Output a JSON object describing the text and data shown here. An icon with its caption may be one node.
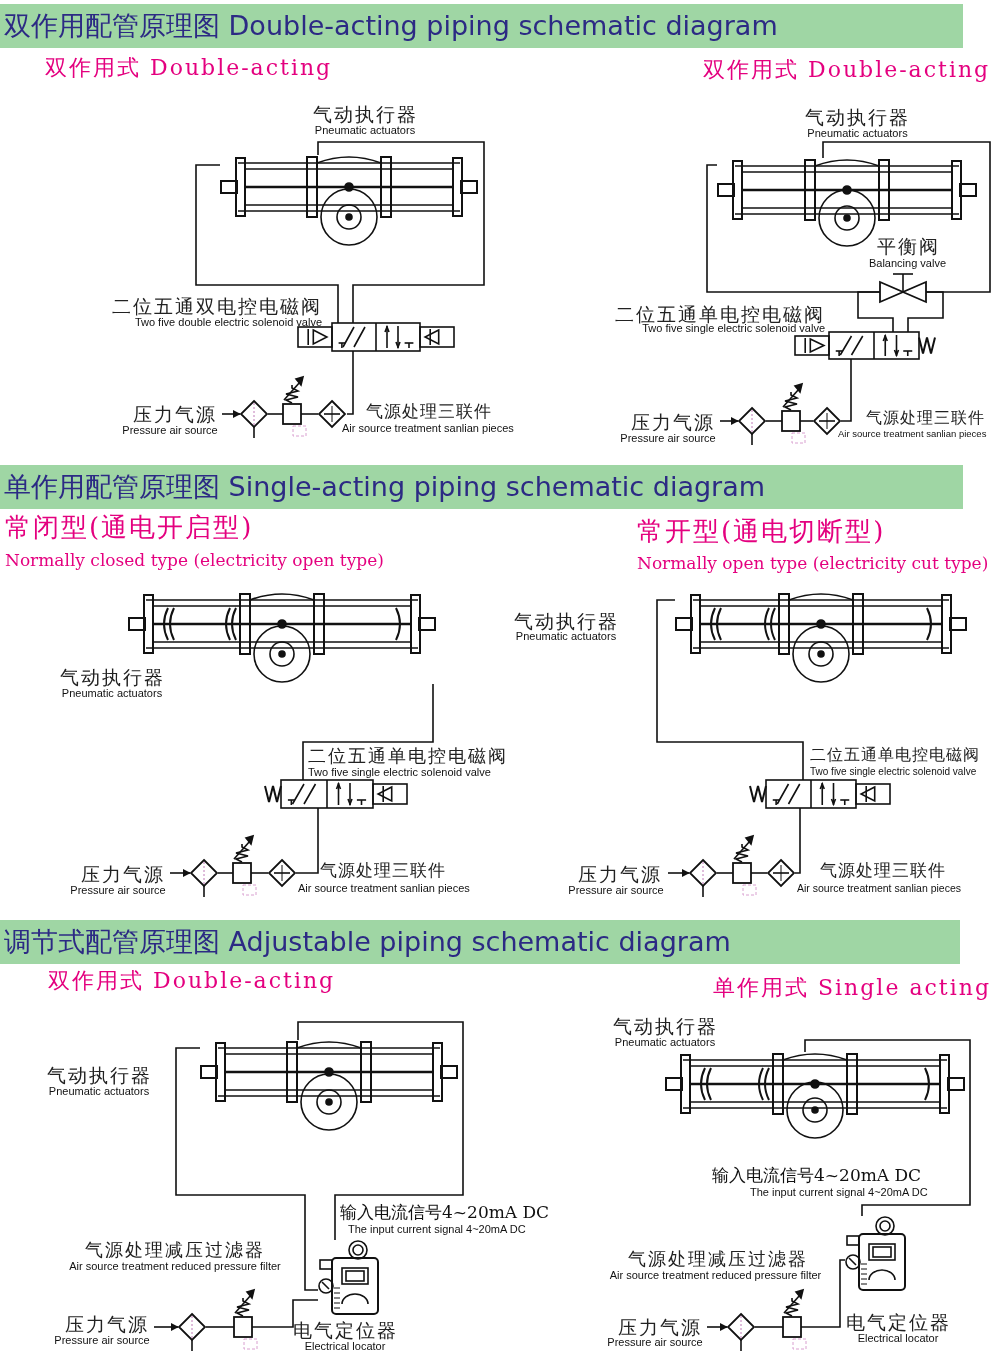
{
  "diagram": {
    "nodes": [
      {
        "text": [
          "双作用配管原理图 Double-acting piping schematic diagram"
        ]
      },
      {
        "text": [
          "气动执行器",
          "Pneumatic actuators"
        ]
      },
      {
        "text": [
          "二位五通双电控电磁阀",
          "Two five double electric solenoid valve"
        ]
      },
      {
        "text": [
          "压力气源",
          "Pressure air source"
        ]
      },
      {
        "text": [],
        "shape": "diamond"
      },
      {
        "text": [],
        "shape": "box"
      },
      {
        "text": [],
        "shape": "diamond",
        "beside": [
          "气源处理三联件",
          "Air source treatment sanlian pieces"
        ]
      },
      {
        "text": [
          "气动执行器",
          "Pneumatic actuators"
        ]
      },
      {
        "text": [
          "平衡阀",
          "Balancing valve"
        ]
      },
      {
        "text": [
          "二位五通单电控电磁阀",
          "Two five single electric solenoid valve"
        ]
      },
      {
        "text": [
          "压力气源",
          "Pressure air source"
        ]
      },
      {
        "text": [],
        "shape": "diamond"
      },
      {
        "text": [],
        "shape": "box"
      },
      {
        "text": [],
        "shape": "diamond",
        "beside": [
          "气源处理三联件",
          "Air source treatment sanlian pieces"
        ]
      },
      {
        "text": [
          "单作用配管原理图 Single-acting piping schematic diagram"
        ]
      },
      {
        "text": [
          "气动执行器",
          "Pneumatic actuators"
        ]
      },
      {
        "text": [
          "二位五通单电控电磁阀",
          "Two five single electric solenoid valve"
        ]
      },
      {
        "text": [
          "压力气源",
          "Pressure air source"
        ]
      },
      {
        "text": [],
        "shape": "diamond"
      },
      {
        "text": [],
        "shape": "box"
      },
      {
        "text": [],
        "shape": "diamond",
        "beside": [
          "气源处理三联件",
          "Air source treatment sanlian pieces"
        ]
      },
      {
        "text": [
          "气动执行器",
          "Pneumatic actuators"
        ]
      },
      {
        "text": [
          "二位五通单电控电磁阀",
          "Two five single electric solenoid valve"
        ]
      },
      {
        "text": [
          "压力气源",
          "Pressure air source"
        ]
      },
      {
        "text": [],
        "shape": "diamond"
      },
      {
        "text": [],
        "shape": "box"
      },
      {
        "text": [],
        "shape": "diamond",
        "beside": [
          "气源处理三联件",
          "Air source treatment sanlian pieces"
        ]
      },
      {
        "text": [
          "调节式配管原理图 Adjustable piping schematic diagram"
        ]
      },
      {
        "text": [
          "气动执行器",
          "Pneumatic actuators"
        ]
      },
      {
        "text": [
          "电气定位器",
          "Electrical locator"
        ]
      },
      {
        "text": [
          "压力气源",
          "Pressure air source"
        ]
      },
      {
        "text": [],
        "shape": "diamond"
      },
      {
        "text": [],
        "shape": "box",
        "beside": [
          "气源处理减压过滤器",
          "Air source treatment reduced pressure filter"
        ]
      },
      {
        "text": [
          "气动执行器",
          "Pneumatic actuators"
        ]
      },
      {
        "text": [
          "电气定位器",
          "Electrical locator"
        ]
      },
      {
        "text": [
          "压力气源",
          "Pressure air source"
        ]
      },
      {
        "text": [],
        "shape": "diamond"
      },
      {
        "text": [],
        "shape": "box",
        "beside": [
          "气源处理减压过滤器",
          "Air source treatment reduced pressure filter"
        ]
      }
    ],
    "edges": [
      {
        "from": 3,
        "to": 4,
        "arrow": "to"
      },
      {
        "from": 4,
        "to": 5,
        "arrow": "none"
      },
      {
        "from": 5,
        "to": 6,
        "arrow": "none"
      },
      {
        "from": 6,
        "to": 2,
        "arrow": "none"
      },
      {
        "from": 2,
        "to": 1,
        "arrow": "none"
      },
      {
        "from": 2,
        "to": 1,
        "arrow": "none"
      },
      {
        "from": 10,
        "to": 11,
        "arrow": "to"
      },
      {
        "from": 11,
        "to": 12,
        "arrow": "none"
      },
      {
        "from": 12,
        "to": 13,
        "arrow": "none"
      },
      {
        "from": 13,
        "to": 9,
        "arrow": "none"
      },
      {
        "from": 9,
        "to": 8,
        "arrow": "none"
      },
      {
        "from": 9,
        "to": 8,
        "arrow": "none"
      },
      {
        "from": 8,
        "to": 7,
        "arrow": "none"
      },
      {
        "from": 8,
        "to": 7,
        "arrow": "none"
      },
      {
        "from": 17,
        "to": 18,
        "arrow": "to"
      },
      {
        "from": 18,
        "to": 19,
        "arrow": "none"
      },
      {
        "from": 19,
        "to": 20,
        "arrow": "none"
      },
      {
        "from": 20,
        "to": 16,
        "arrow": "none"
      },
      {
        "from": 16,
        "to": 15,
        "arrow": "none"
      },
      {
        "from": 23,
        "to": 24,
        "arrow": "to"
      },
      {
        "from": 24,
        "to": 25,
        "arrow": "none"
      },
      {
        "from": 25,
        "to": 26,
        "arrow": "none"
      },
      {
        "from": 26,
        "to": 22,
        "arrow": "none"
      },
      {
        "from": 22,
        "to": 21,
        "arrow": "none"
      },
      {
        "from": 30,
        "to": 31,
        "arrow": "to"
      },
      {
        "from": 31,
        "to": 32,
        "arrow": "none"
      },
      {
        "from": 32,
        "to": 29,
        "arrow": "none"
      },
      {
        "from": 29,
        "to": 28,
        "arrow": "none"
      },
      {
        "from": 29,
        "to": 28,
        "arrow": "none"
      },
      {
        "from": 35,
        "to": 36,
        "arrow": "to"
      },
      {
        "from": 36,
        "to": 37,
        "arrow": "none"
      },
      {
        "from": 37,
        "to": 34,
        "arrow": "none"
      },
      {
        "from": 34,
        "to": 33,
        "arrow": "none"
      }
    ],
    "labels": [
      "双作用式 Double-acting",
      "双作用式 Double-acting",
      "常闭型(通电开启型)",
      "Normally closed type (electricity open type)",
      "常开型(通电切断型)",
      "Normally open type (electricity cut type)",
      "双作用式 Double-acting",
      "单作用式 Single acting",
      "输入电流信号4~20mA DC",
      "The input current signal 4~20mA DC",
      "输入电流信号4~20mA DC",
      "The input current signal 4~20mA DC"
    ]
  }
}
